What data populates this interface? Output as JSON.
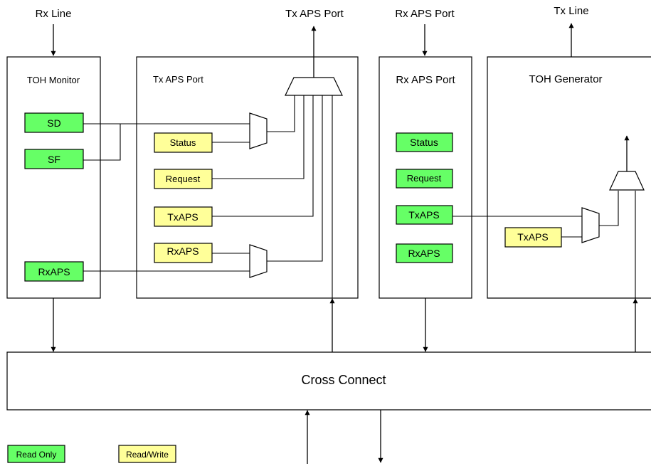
{
  "labels": {
    "rx_line": "Rx Line",
    "tx_aps_port_top": "Tx APS Port",
    "rx_aps_port_top": "Rx APS Port",
    "tx_line": "Tx Line"
  },
  "blocks": {
    "toh_monitor": {
      "title": "TOH Monitor",
      "sd": "SD",
      "sf": "SF",
      "rxaps": "RxAPS"
    },
    "tx_aps_port": {
      "title": "Tx APS Port",
      "status": "Status",
      "request": "Request",
      "txaps": "TxAPS",
      "rxaps": "RxAPS"
    },
    "rx_aps_port": {
      "title": "Rx APS Port",
      "status": "Status",
      "request": "Request",
      "txaps": "TxAPS",
      "rxaps": "RxAPS"
    },
    "toh_generator": {
      "title": "TOH Generator",
      "txaps": "TxAPS"
    },
    "cross_connect": {
      "title": "Cross Connect"
    }
  },
  "legend": {
    "read_only": "Read Only",
    "read_write": "Read/Write"
  },
  "colors": {
    "read_only": "#66ff66",
    "read_write": "#ffff99",
    "line": "#000000"
  }
}
